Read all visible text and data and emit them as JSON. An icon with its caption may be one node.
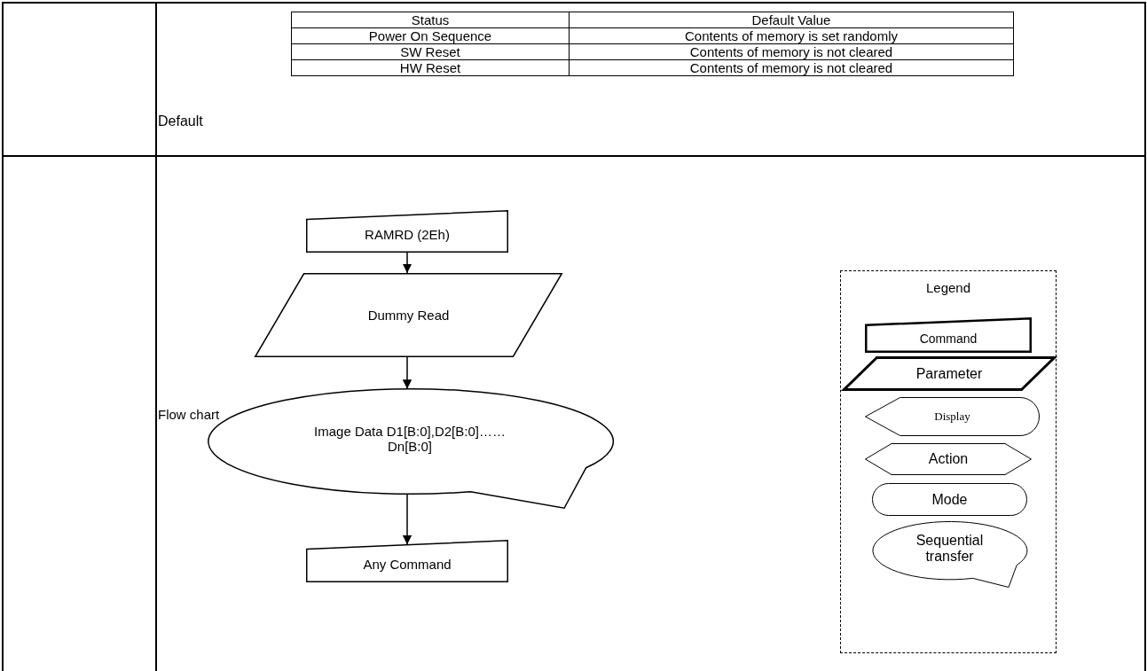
{
  "diagram": {
    "nodes": [
      {
        "text": [
          "RAMRD (2Eh)"
        ]
      },
      {
        "text": [
          "Dummy Read"
        ]
      },
      {
        "text": [
          "Image Data D1[B:0],D2[B:0]……Dn[B:0]"
        ]
      },
      {
        "text": [
          "Any Command"
        ]
      }
    ],
    "edges": [
      {
        "from": 0,
        "to": 1,
        "arrow": "to"
      },
      {
        "from": 1,
        "to": 2,
        "arrow": "to"
      },
      {
        "from": 2,
        "to": 3,
        "arrow": "to"
      }
    ],
    "labels": [
      "Default",
      "Status",
      "Default Value",
      "Power On Sequence",
      "Contents of memory is set randomly",
      "SW Reset",
      "Contents of memory is not cleared",
      "HW Reset",
      "Contents of memory is not cleared",
      "Flow chart",
      "Legend"
    ],
    "legend": [
      {
        "text": "Command"
      },
      {
        "text": "Parameter"
      },
      {
        "text": "Display"
      },
      {
        "text": "Action"
      },
      {
        "text": "Mode"
      },
      {
        "text": "Sequential transfer"
      }
    ]
  }
}
